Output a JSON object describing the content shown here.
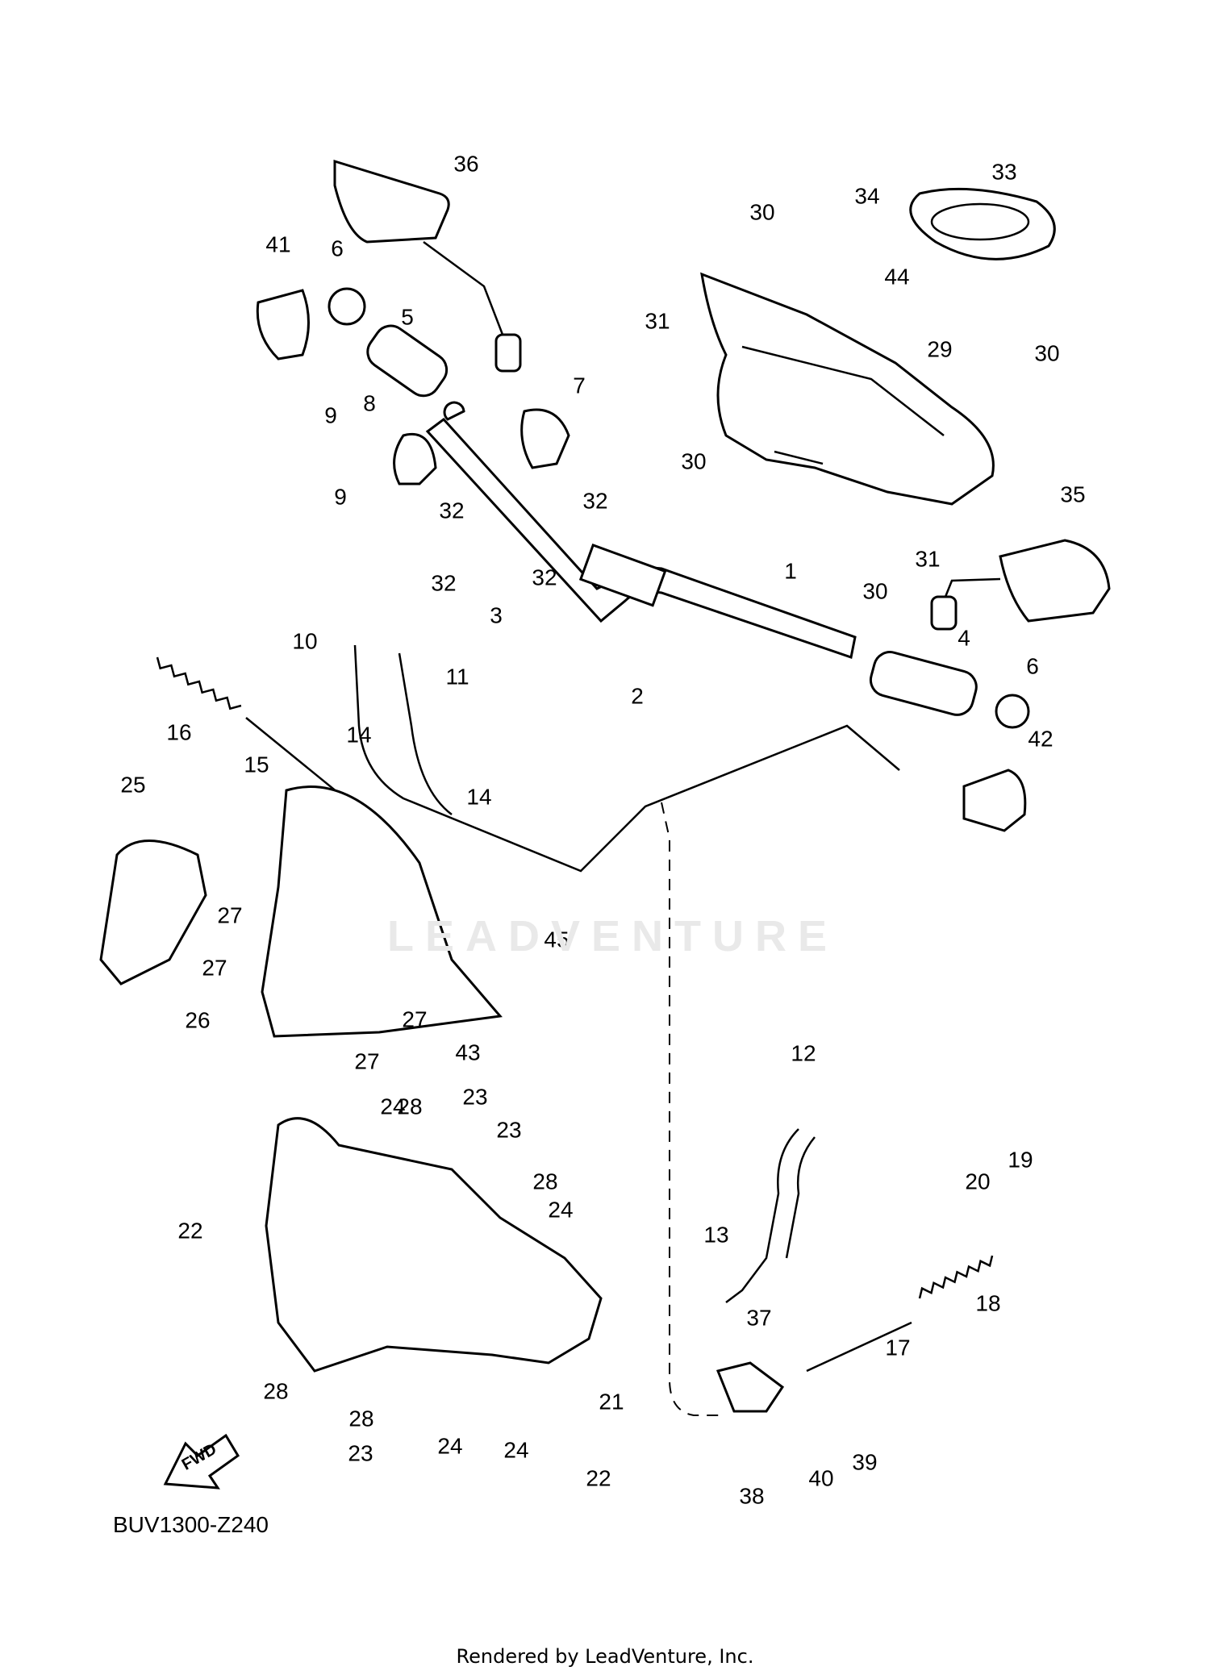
{
  "diagram": {
    "code": "BUV1300-Z240",
    "rendered_by": "Rendered by LeadVenture, Inc.",
    "watermark": "LEADVENTURE",
    "fwd_label": "FWD",
    "callouts": [
      {
        "id": "c36",
        "text": "36"
      },
      {
        "id": "c33",
        "text": "33"
      },
      {
        "id": "c34",
        "text": "34"
      },
      {
        "id": "c30a",
        "text": "30"
      },
      {
        "id": "c41",
        "text": "41"
      },
      {
        "id": "c6a",
        "text": "6"
      },
      {
        "id": "c5",
        "text": "5"
      },
      {
        "id": "c44",
        "text": "44"
      },
      {
        "id": "c31a",
        "text": "31"
      },
      {
        "id": "c29",
        "text": "29"
      },
      {
        "id": "c30b",
        "text": "30"
      },
      {
        "id": "c7",
        "text": "7"
      },
      {
        "id": "c8",
        "text": "8"
      },
      {
        "id": "c9a",
        "text": "9"
      },
      {
        "id": "c9b",
        "text": "9"
      },
      {
        "id": "c30c",
        "text": "30"
      },
      {
        "id": "c32a",
        "text": "32"
      },
      {
        "id": "c32b",
        "text": "32"
      },
      {
        "id": "c35",
        "text": "35"
      },
      {
        "id": "c31b",
        "text": "31"
      },
      {
        "id": "c30d",
        "text": "30"
      },
      {
        "id": "c32c",
        "text": "32"
      },
      {
        "id": "c32d",
        "text": "32"
      },
      {
        "id": "c1",
        "text": "1"
      },
      {
        "id": "c3",
        "text": "3"
      },
      {
        "id": "c10",
        "text": "10"
      },
      {
        "id": "c4",
        "text": "4"
      },
      {
        "id": "c6b",
        "text": "6"
      },
      {
        "id": "c11",
        "text": "11"
      },
      {
        "id": "c2",
        "text": "2"
      },
      {
        "id": "c16",
        "text": "16"
      },
      {
        "id": "c15",
        "text": "15"
      },
      {
        "id": "c14a",
        "text": "14"
      },
      {
        "id": "c42",
        "text": "42"
      },
      {
        "id": "c14b",
        "text": "14"
      },
      {
        "id": "c25",
        "text": "25"
      },
      {
        "id": "c27a",
        "text": "27"
      },
      {
        "id": "c27b",
        "text": "27"
      },
      {
        "id": "c45",
        "text": "45"
      },
      {
        "id": "c26",
        "text": "26"
      },
      {
        "id": "c27c",
        "text": "27"
      },
      {
        "id": "c43",
        "text": "43"
      },
      {
        "id": "c27d",
        "text": "27"
      },
      {
        "id": "c12",
        "text": "12"
      },
      {
        "id": "c24a",
        "text": "24"
      },
      {
        "id": "c28a",
        "text": "28"
      },
      {
        "id": "c23a",
        "text": "23"
      },
      {
        "id": "c23b",
        "text": "23"
      },
      {
        "id": "c19",
        "text": "19"
      },
      {
        "id": "c28b",
        "text": "28"
      },
      {
        "id": "c20",
        "text": "20"
      },
      {
        "id": "c24b",
        "text": "24"
      },
      {
        "id": "c22a",
        "text": "22"
      },
      {
        "id": "c13",
        "text": "13"
      },
      {
        "id": "c18",
        "text": "18"
      },
      {
        "id": "c37",
        "text": "37"
      },
      {
        "id": "c17",
        "text": "17"
      },
      {
        "id": "c28c",
        "text": "28"
      },
      {
        "id": "c21",
        "text": "21"
      },
      {
        "id": "c28d",
        "text": "28"
      },
      {
        "id": "c24c",
        "text": "24"
      },
      {
        "id": "c24d",
        "text": "24"
      },
      {
        "id": "c22b",
        "text": "22"
      },
      {
        "id": "c23c",
        "text": "23"
      },
      {
        "id": "c39",
        "text": "39"
      },
      {
        "id": "c40",
        "text": "40"
      },
      {
        "id": "c38",
        "text": "38"
      }
    ]
  }
}
